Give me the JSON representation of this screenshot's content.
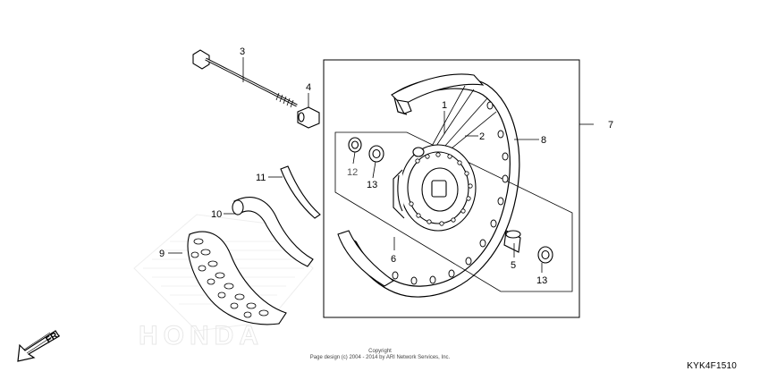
{
  "diagram": {
    "code": "KYK4F1510",
    "front_indicator": "FR.",
    "copyright_title": "Copyright",
    "copyright_line": "Page design (c) 2004 - 2014 by ARI Network Services, Inc.",
    "watermark": "HONDA",
    "callouts": {
      "p1": "1",
      "p2": "2",
      "p3": "3",
      "p4": "4",
      "p5": "5",
      "p6": "6",
      "p7": "7",
      "p8": "8",
      "p9": "9",
      "p10": "10",
      "p11": "11",
      "p12": "12",
      "p13a": "13",
      "p13b": "13"
    }
  }
}
